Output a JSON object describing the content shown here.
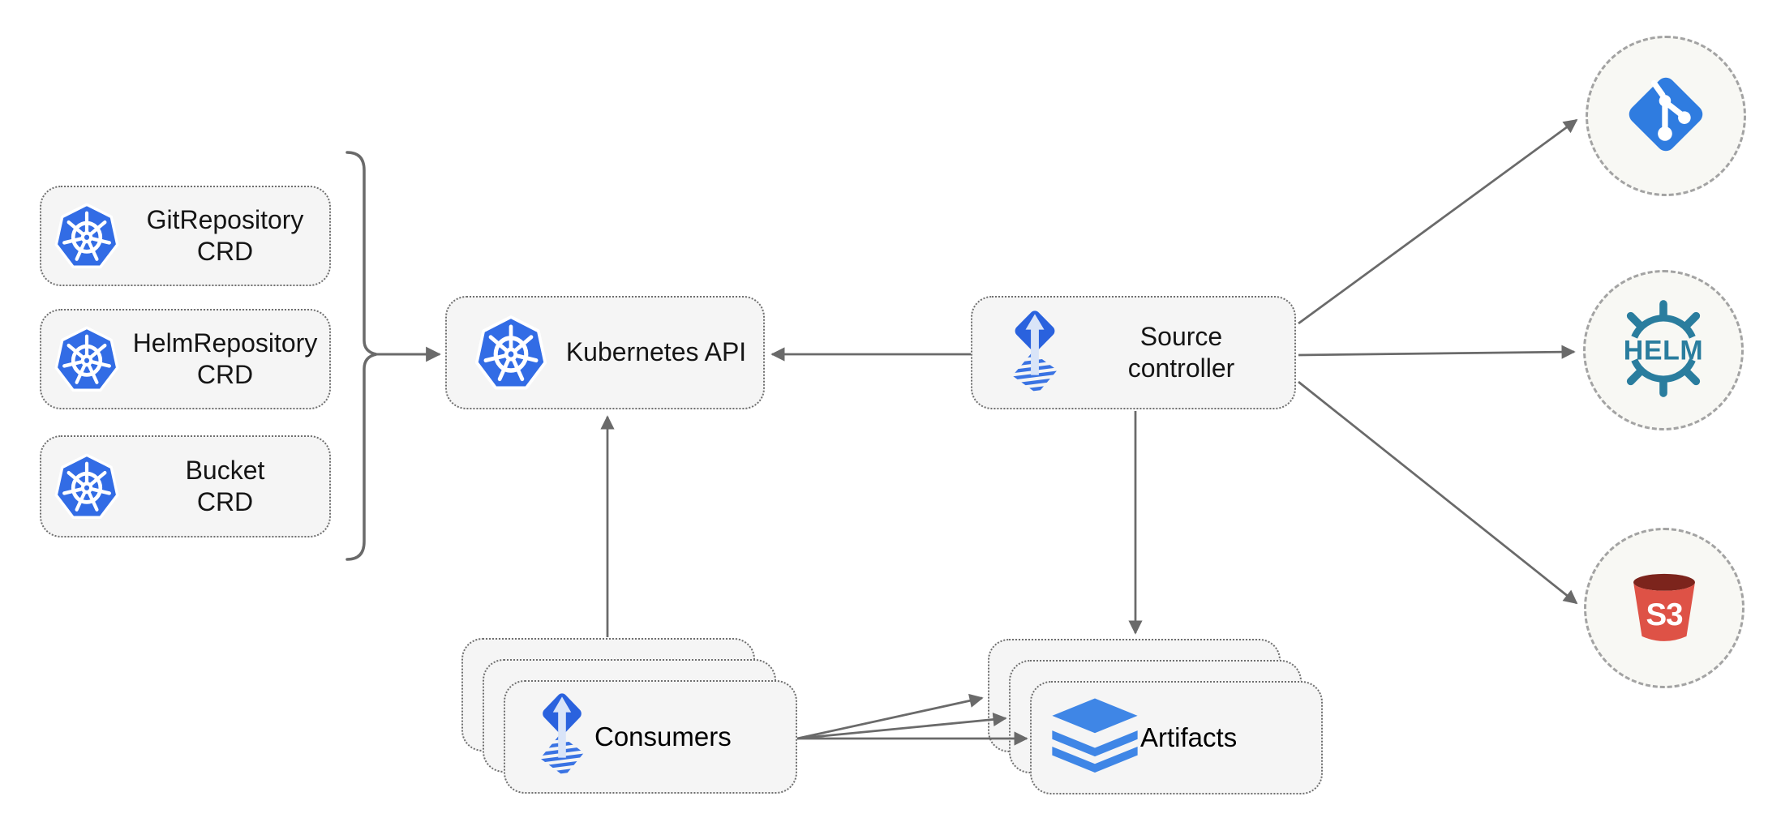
{
  "colors": {
    "canvas-bg": "#ffffff",
    "box-fill": "#f5f5f5",
    "box-border": "#6f6f6f",
    "circle-fill": "#f8f8f4",
    "circle-border": "#a3a3a3",
    "line": "#6a6a6a",
    "text": "#151515",
    "k8s-blue": "#326ce5",
    "flux-blue": "#2a62de",
    "flux-arrow": "#d9e4f8",
    "flux-stripe": "#3a73e3",
    "git-blue": "#2f7ce0",
    "layers-blue": "#3f86e6",
    "helm-teal": "#2a7d9e",
    "s3-red": "#de5246",
    "s3-rim": "#7c241c"
  },
  "nodes": {
    "crds": [
      {
        "line1": "GitRepository",
        "line2": "CRD",
        "icon": "kubernetes-icon"
      },
      {
        "line1": "HelmRepository",
        "line2": "CRD",
        "icon": "kubernetes-icon"
      },
      {
        "line1": "Bucket",
        "line2": "CRD",
        "icon": "kubernetes-icon"
      }
    ],
    "kubernetes_api": {
      "label": "Kubernetes API",
      "icon": "kubernetes-icon"
    },
    "source_controller": {
      "line1": "Source",
      "line2": "controller",
      "icon": "flux-icon"
    },
    "consumers": {
      "label": "Consumers",
      "icon": "flux-icon",
      "stack_count": 3
    },
    "artifacts": {
      "label": "Artifacts",
      "icon": "layers-icon",
      "stack_count": 3
    },
    "external_sources": [
      {
        "id": "git",
        "icon": "git-icon",
        "text": ""
      },
      {
        "id": "helm",
        "icon": "helm-icon",
        "text": "HELM"
      },
      {
        "id": "s3",
        "icon": "s3-bucket-icon",
        "text": "S3"
      }
    ]
  },
  "edges": [
    {
      "from": "crd-group",
      "to": "kubernetes-api"
    },
    {
      "from": "source-controller",
      "to": "kubernetes-api"
    },
    {
      "from": "consumers",
      "to": "kubernetes-api"
    },
    {
      "from": "source-controller",
      "to": "artifacts"
    },
    {
      "from": "source-controller",
      "to": "git-source"
    },
    {
      "from": "source-controller",
      "to": "helm-source"
    },
    {
      "from": "source-controller",
      "to": "s3-source"
    },
    {
      "from": "consumers",
      "to": "artifacts"
    },
    {
      "from": "consumers",
      "to": "artifacts"
    },
    {
      "from": "consumers",
      "to": "artifacts"
    }
  ]
}
